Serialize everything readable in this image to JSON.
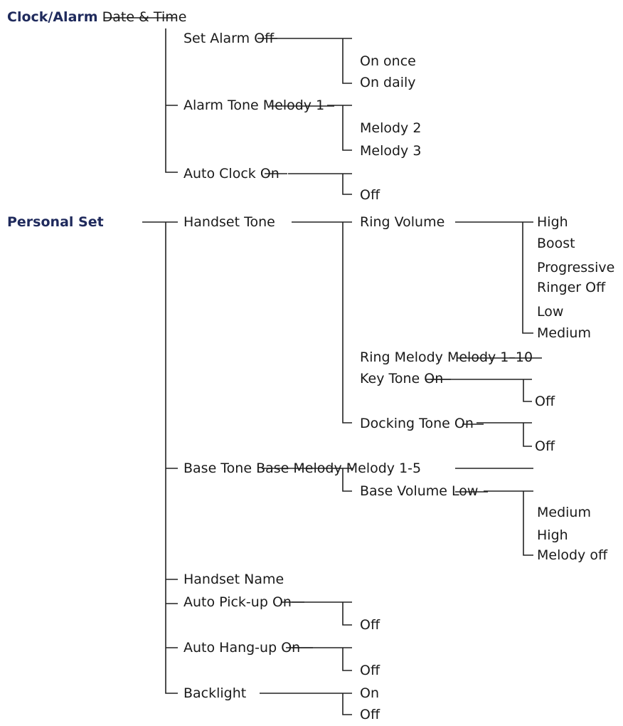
{
  "sections": [
    {
      "heading": "Clock/Alarm",
      "children": [
        {
          "label": "Date & Time",
          "value": ""
        },
        {
          "label": "Set Alarm",
          "default": "Off",
          "options": [
            "On once",
            "On daily"
          ]
        },
        {
          "label": "Alarm Tone",
          "default": "Melody 1",
          "options": [
            "Melody 2",
            "Melody 3"
          ]
        },
        {
          "label": "Auto Clock",
          "default": "On",
          "options": [
            "Off"
          ]
        }
      ]
    },
    {
      "heading": "Personal Set",
      "children": [
        {
          "label": "Handset Tone",
          "children": [
            {
              "label": "Ring Volume",
              "options": [
                "High",
                "Boost",
                "Progressive",
                "Ringer Off",
                "Low",
                "Medium"
              ]
            },
            {
              "label": "Ring Melody",
              "default": "Melody 1",
              "range_end": "–10"
            },
            {
              "label": "Key Tone",
              "default": "On",
              "options": [
                "Off"
              ]
            },
            {
              "label": "Docking Tone",
              "default": "On",
              "options": [
                "Off"
              ]
            }
          ]
        },
        {
          "label": "Base Tone",
          "default": "Base Melody",
          "value": "Melody 1-5",
          "children": [
            {
              "label": "Base Volume",
              "default": "Low",
              "options": [
                "Medium",
                "High",
                "Melody off"
              ]
            }
          ]
        },
        {
          "label": "Handset Name"
        },
        {
          "label": "Auto Pick-up",
          "default": "On",
          "options": [
            "Off"
          ]
        },
        {
          "label": "Auto Hang-up",
          "default": "On",
          "options": [
            "Off"
          ]
        },
        {
          "label": "Backlight",
          "options": [
            "On",
            "Off"
          ]
        }
      ]
    }
  ]
}
